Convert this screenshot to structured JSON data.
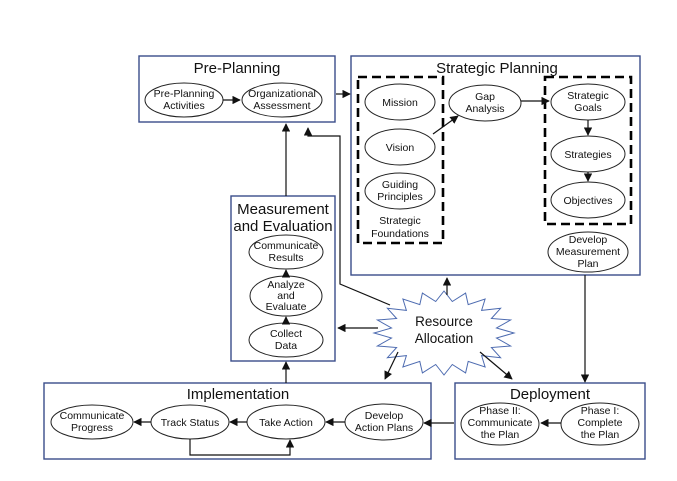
{
  "preplanning": {
    "title": "Pre-Planning",
    "nodes": [
      {
        "line1": "Pre-Planning",
        "line2": "Activities"
      },
      {
        "line1": "Organizational",
        "line2": "Assessment"
      }
    ]
  },
  "strategic": {
    "title": "Strategic Planning",
    "foundations": [
      "Mission",
      "Vision"
    ],
    "guiding_line1": "Guiding",
    "guiding_line2": "Principles",
    "group_label_line1": "Strategic",
    "group_label_line2": "Foundations",
    "gap_line1": "Gap",
    "gap_line2": "Analysis",
    "goals_line1": "Strategic",
    "goals_line2": "Goals",
    "strategies": "Strategies",
    "objectives": "Objectives",
    "measure_line1": "Develop",
    "measure_line2": "Measurement",
    "measure_line3": "Plan"
  },
  "measurement": {
    "title_line1": "Measurement",
    "title_line2": "and Evaluation",
    "comm_line1": "Communicate",
    "comm_line2": "Results",
    "analyze_line1": "Analyze",
    "analyze_line2": "and",
    "analyze_line3": "Evaluate",
    "collect_line1": "Collect",
    "collect_line2": "Data"
  },
  "resource": {
    "line1": "Resource",
    "line2": "Allocation"
  },
  "implementation": {
    "title": "Implementation",
    "nodes": [
      {
        "line1": "Communicate",
        "line2": "Progress"
      },
      {
        "line1": "Track Status"
      },
      {
        "line1": "Take Action"
      },
      {
        "line1": "Develop",
        "line2": "Action Plans"
      }
    ]
  },
  "deployment": {
    "title": "Deployment",
    "nodes": [
      {
        "line1": "Phase II:",
        "line2": "Communicate",
        "line3": "the Plan"
      },
      {
        "line1": "Phase I:",
        "line2": "Complete",
        "line3": "the Plan"
      }
    ]
  }
}
